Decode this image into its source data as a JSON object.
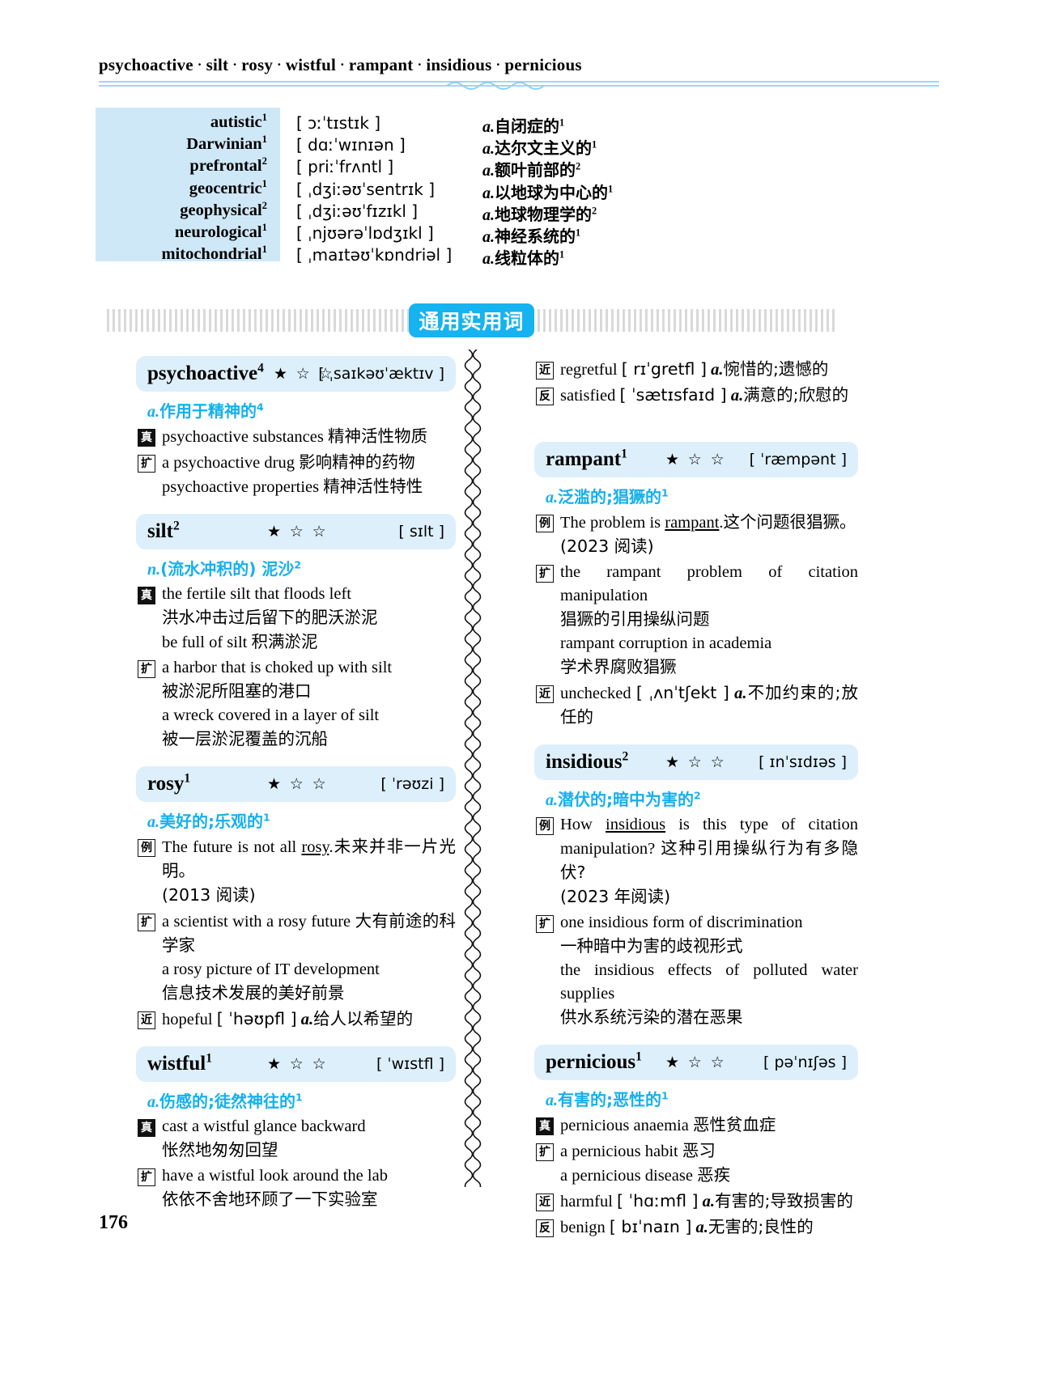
{
  "running_head": {
    "words": [
      "psychoactive",
      "silt",
      "rosy",
      "wistful",
      "rampant",
      "insidious",
      "pernicious"
    ],
    "separator": "·"
  },
  "page_number": "176",
  "colors": {
    "accent": "#15b3ef",
    "headword_bar": "#ddeffb",
    "table_shade": "#cfe8f7",
    "definition_text": "#14b0ee"
  },
  "top_table": {
    "rows": [
      {
        "word": "autistic",
        "sup": "1",
        "ipa": "[ ɔːˈtɪstɪk ]",
        "pos": "a.",
        "meaning": "自闭症的",
        "meaning_sup": "1"
      },
      {
        "word": "Darwinian",
        "sup": "1",
        "ipa": "[ dɑːˈwɪnɪən ]",
        "pos": "a.",
        "meaning": "达尔文主义的",
        "meaning_sup": "1"
      },
      {
        "word": "prefrontal",
        "sup": "2",
        "ipa": "[ priːˈfrʌntl ]",
        "pos": "a.",
        "meaning": "额叶前部的",
        "meaning_sup": "2"
      },
      {
        "word": "geocentric",
        "sup": "1",
        "ipa": "[ ˌdʒiːəʊˈsentrɪk ]",
        "pos": "a.",
        "meaning": "以地球为中心的",
        "meaning_sup": "1"
      },
      {
        "word": "geophysical",
        "sup": "2",
        "ipa": "[ ˌdʒiːəʊˈfɪzɪkl ]",
        "pos": "a.",
        "meaning": "地球物理学的",
        "meaning_sup": "2"
      },
      {
        "word": "neurological",
        "sup": "1",
        "ipa": "[ ˌnjʊərəˈlɒdʒɪkl ]",
        "pos": "a.",
        "meaning": "神经系统的",
        "meaning_sup": "1"
      },
      {
        "word": "mitochondrial",
        "sup": "1",
        "ipa": "[ ˌmaɪtəʊˈkɒndriəl ]",
        "pos": "a.",
        "meaning": "线粒体的",
        "meaning_sup": "1"
      }
    ]
  },
  "section_banner": {
    "label": "通用实用词"
  },
  "tags": {
    "real": "真",
    "expand": "扩",
    "example": "例",
    "synonym": "近",
    "antonym": "反"
  },
  "stars": {
    "filled": "★",
    "empty": "☆",
    "display": "★ ☆ ☆"
  },
  "left_column": {
    "entries": [
      {
        "word": "psychoactive",
        "sup": "4",
        "stars": "★ ☆ ☆",
        "ipa": "[ ˌsaɪkəʊˈæktɪv ]",
        "definition_pos": "a.",
        "definition": "作用于精神的",
        "definition_sup": "4",
        "blocks": [
          {
            "tag": "real",
            "lines": [
              {
                "en": "psychoactive substances ",
                "cn": "精神活性物质"
              }
            ]
          },
          {
            "tag": "expand",
            "lines": [
              {
                "en": "a psychoactive drug ",
                "cn": "影响精神的药物"
              },
              {
                "en": "psychoactive properties ",
                "cn": "精神活性特性"
              }
            ]
          }
        ]
      },
      {
        "word": "silt",
        "sup": "2",
        "stars": "★ ☆ ☆",
        "ipa": "[ sɪlt ]",
        "definition_pos": "n.",
        "definition": "(流水冲积的) 泥沙",
        "definition_sup": "2",
        "blocks": [
          {
            "tag": "real",
            "lines": [
              {
                "en": "the fertile silt that floods left",
                "cn": ""
              },
              {
                "en": "",
                "cn": "洪水冲击过后留下的肥沃淤泥"
              },
              {
                "en": "be full of silt ",
                "cn": "积满淤泥"
              }
            ]
          },
          {
            "tag": "expand",
            "lines": [
              {
                "en": "a harbor that is choked up with silt",
                "cn": ""
              },
              {
                "en": "",
                "cn": "被淤泥所阻塞的港口"
              },
              {
                "en": "a wreck covered in a layer of silt",
                "cn": ""
              },
              {
                "en": "",
                "cn": "被一层淤泥覆盖的沉船"
              }
            ]
          }
        ]
      },
      {
        "word": "rosy",
        "sup": "1",
        "stars": "★ ☆ ☆",
        "ipa": "[ ˈrəʊzi ]",
        "definition_pos": "a.",
        "definition": "美好的;乐观的",
        "definition_sup": "1",
        "blocks": [
          {
            "tag": "example",
            "lines": [
              {
                "en": "The future is not all ",
                "underline": "rosy",
                "en_tail": ".",
                "cn": "未来并非一片光明。"
              },
              {
                "en": "",
                "cn": "(2013 阅读)"
              }
            ]
          },
          {
            "tag": "expand",
            "lines": [
              {
                "en": "a scientist with a rosy future ",
                "cn": "大有前途的科学家"
              },
              {
                "en": "a rosy picture of IT development",
                "cn": ""
              },
              {
                "en": "",
                "cn": "信息技术发展的美好前景"
              }
            ]
          },
          {
            "tag": "synonym",
            "lines": [
              {
                "en": "hopeful ",
                "ipa": "[ ˈhəʊpfl ]",
                "pos": "a.",
                "cn": "给人以希望的"
              }
            ]
          }
        ]
      },
      {
        "word": "wistful",
        "sup": "1",
        "stars": "★ ☆ ☆",
        "ipa": "[ ˈwɪstfl ]",
        "definition_pos": "a.",
        "definition": "伤感的;徒然神往的",
        "definition_sup": "1",
        "blocks": [
          {
            "tag": "real",
            "lines": [
              {
                "en": "cast a wistful glance backward",
                "cn": ""
              },
              {
                "en": "",
                "cn": "怅然地匆匆回望"
              }
            ]
          },
          {
            "tag": "expand",
            "lines": [
              {
                "en": "have a wistful look around the lab",
                "cn": ""
              },
              {
                "en": "",
                "cn": "依依不舍地环顾了一下实验室"
              }
            ]
          }
        ]
      }
    ]
  },
  "right_column": {
    "carryover": [
      {
        "tag": "synonym",
        "word": "regretful",
        "ipa": "[ rɪˈgretfl ]",
        "pos": "a.",
        "cn": "惋惜的;遗憾的"
      },
      {
        "tag": "antonym",
        "word": "satisfied",
        "ipa": "[ ˈsætɪsfaɪd ]",
        "pos": "a.",
        "cn": "满意的;欣慰的"
      }
    ],
    "entries": [
      {
        "word": "rampant",
        "sup": "1",
        "stars": "★ ☆ ☆",
        "ipa": "[ ˈræmpənt ]",
        "definition_pos": "a.",
        "definition": "泛滥的;猖獗的",
        "definition_sup": "1",
        "blocks": [
          {
            "tag": "example",
            "lines": [
              {
                "en": "The problem is ",
                "underline": "rampant",
                "en_tail": ".",
                "cn": "这个问题很猖獗。"
              },
              {
                "en": "",
                "cn": "(2023 阅读)"
              }
            ]
          },
          {
            "tag": "expand",
            "lines": [
              {
                "en": "the rampant problem of citation manipulation",
                "cn": ""
              },
              {
                "en": "",
                "cn": "猖獗的引用操纵问题"
              },
              {
                "en": "rampant corruption in academia",
                "cn": ""
              },
              {
                "en": "",
                "cn": "学术界腐败猖獗"
              }
            ]
          },
          {
            "tag": "synonym",
            "lines": [
              {
                "en": "unchecked ",
                "ipa": "[ ˌʌnˈtʃekt ]",
                "pos": "a.",
                "cn": "不加约束的;放任的"
              }
            ]
          }
        ]
      },
      {
        "word": "insidious",
        "sup": "2",
        "stars": "★ ☆ ☆",
        "ipa": "[ ɪnˈsɪdɪəs ]",
        "definition_pos": "a.",
        "definition": "潜伏的;暗中为害的",
        "definition_sup": "2",
        "blocks": [
          {
            "tag": "example",
            "lines": [
              {
                "en": "How ",
                "underline": "insidious",
                "en_tail": " is this type of citation manipulation? ",
                "cn": "这种引用操纵行为有多隐伏?"
              },
              {
                "en": "",
                "cn": "(2023 年阅读)"
              }
            ]
          },
          {
            "tag": "expand",
            "lines": [
              {
                "en": "one insidious form of discrimination",
                "cn": ""
              },
              {
                "en": "",
                "cn": "一种暗中为害的歧视形式"
              },
              {
                "en": "the insidious effects of polluted water supplies",
                "cn": ""
              },
              {
                "en": "",
                "cn": "供水系统污染的潜在恶果"
              }
            ]
          }
        ]
      },
      {
        "word": "pernicious",
        "sup": "1",
        "stars": "★ ☆ ☆",
        "ipa": "[ pəˈnɪʃəs ]",
        "definition_pos": "a.",
        "definition": "有害的;恶性的",
        "definition_sup": "1",
        "blocks": [
          {
            "tag": "real",
            "lines": [
              {
                "en": "pernicious anaemia ",
                "cn": "恶性贫血症"
              }
            ]
          },
          {
            "tag": "expand",
            "lines": [
              {
                "en": "a pernicious habit ",
                "cn": "恶习"
              },
              {
                "en": "a pernicious disease ",
                "cn": "恶疾"
              }
            ]
          },
          {
            "tag": "synonym",
            "lines": [
              {
                "en": "harmful ",
                "ipa": "[ ˈhɑːmfl ]",
                "pos": "a.",
                "cn": "有害的;导致损害的"
              }
            ]
          },
          {
            "tag": "antonym",
            "lines": [
              {
                "en": "benign ",
                "ipa": "[ bɪˈnaɪn ]",
                "pos": "a.",
                "cn": "无害的;良性的"
              }
            ]
          }
        ]
      }
    ]
  }
}
